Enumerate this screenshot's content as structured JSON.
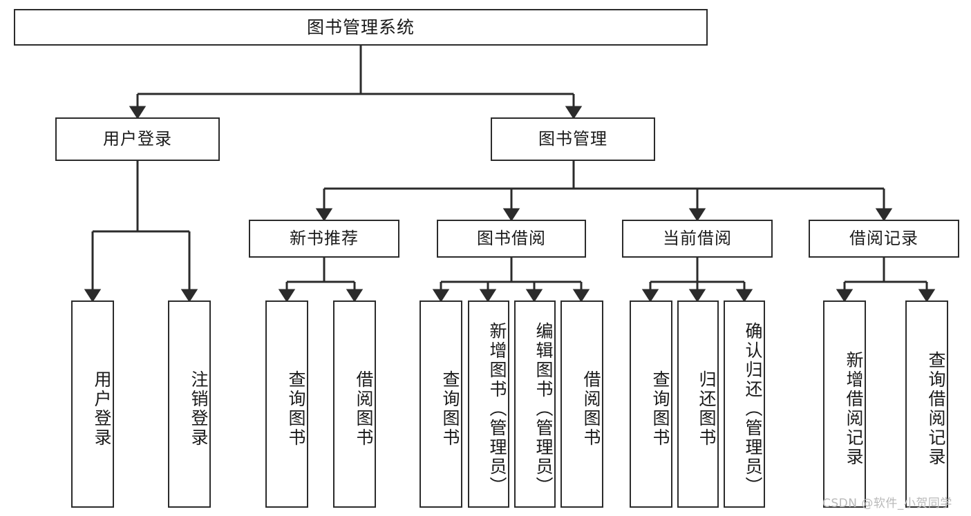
{
  "diagram": {
    "title": "图书管理系统",
    "type": "tree",
    "watermark": "CSDN @软件_小贺同学",
    "colors": {
      "stroke": "#2b2b2b",
      "fill": "#ffffff",
      "text": "#1a1a1a",
      "watermark": "#b9b9b9"
    },
    "levels": {
      "root": {
        "label": "图书管理系统"
      },
      "level2": [
        {
          "label": "用户登录"
        },
        {
          "label": "图书管理"
        }
      ],
      "level3": [
        {
          "label": "新书推荐"
        },
        {
          "label": "图书借阅"
        },
        {
          "label": "当前借阅"
        },
        {
          "label": "借阅记录"
        }
      ],
      "leaves": [
        {
          "label": "用户登录",
          "parent": "用户登录"
        },
        {
          "label": "注销登录",
          "parent": "用户登录"
        },
        {
          "label": "查询图书",
          "parent": "新书推荐"
        },
        {
          "label": "借阅图书",
          "parent": "新书推荐"
        },
        {
          "label": "查询图书",
          "parent": "图书借阅"
        },
        {
          "label": "新增图书（管理员）",
          "parent": "图书借阅"
        },
        {
          "label": "编辑图书（管理员）",
          "parent": "图书借阅"
        },
        {
          "label": "借阅图书",
          "parent": "图书借阅"
        },
        {
          "label": "查询图书",
          "parent": "当前借阅"
        },
        {
          "label": "归还图书",
          "parent": "当前借阅"
        },
        {
          "label": "确认归还（管理员）",
          "parent": "当前借阅"
        },
        {
          "label": "新增借阅记录",
          "parent": "借阅记录"
        },
        {
          "label": "查询借阅记录",
          "parent": "借阅记录"
        }
      ]
    }
  }
}
